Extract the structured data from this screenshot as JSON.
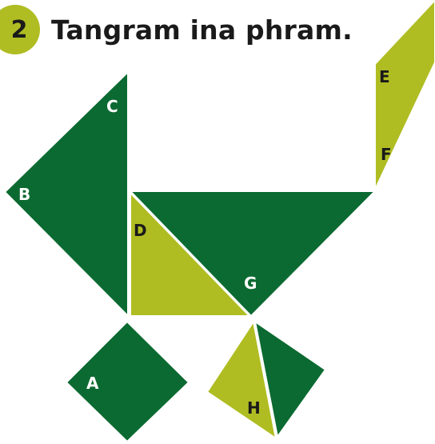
{
  "exercise": {
    "number": "2",
    "title": "Tangram ina phram."
  },
  "colors": {
    "dark_green": "#0b6a31",
    "light_green": "#afbd22",
    "badge": "#afbd22",
    "text_dark": "#1a1a1a",
    "text_light": "#ffffff"
  },
  "pieces": {
    "A": "A",
    "B": "B",
    "C": "C",
    "D": "D",
    "E": "E",
    "F": "F",
    "G": "G",
    "H": "H"
  }
}
